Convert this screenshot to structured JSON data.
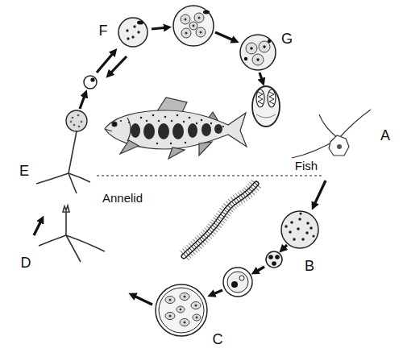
{
  "diagram": {
    "labels": [
      "F",
      "G",
      "A",
      "E",
      "Fish",
      "Annelid",
      "D",
      "B",
      "C"
    ]
  }
}
